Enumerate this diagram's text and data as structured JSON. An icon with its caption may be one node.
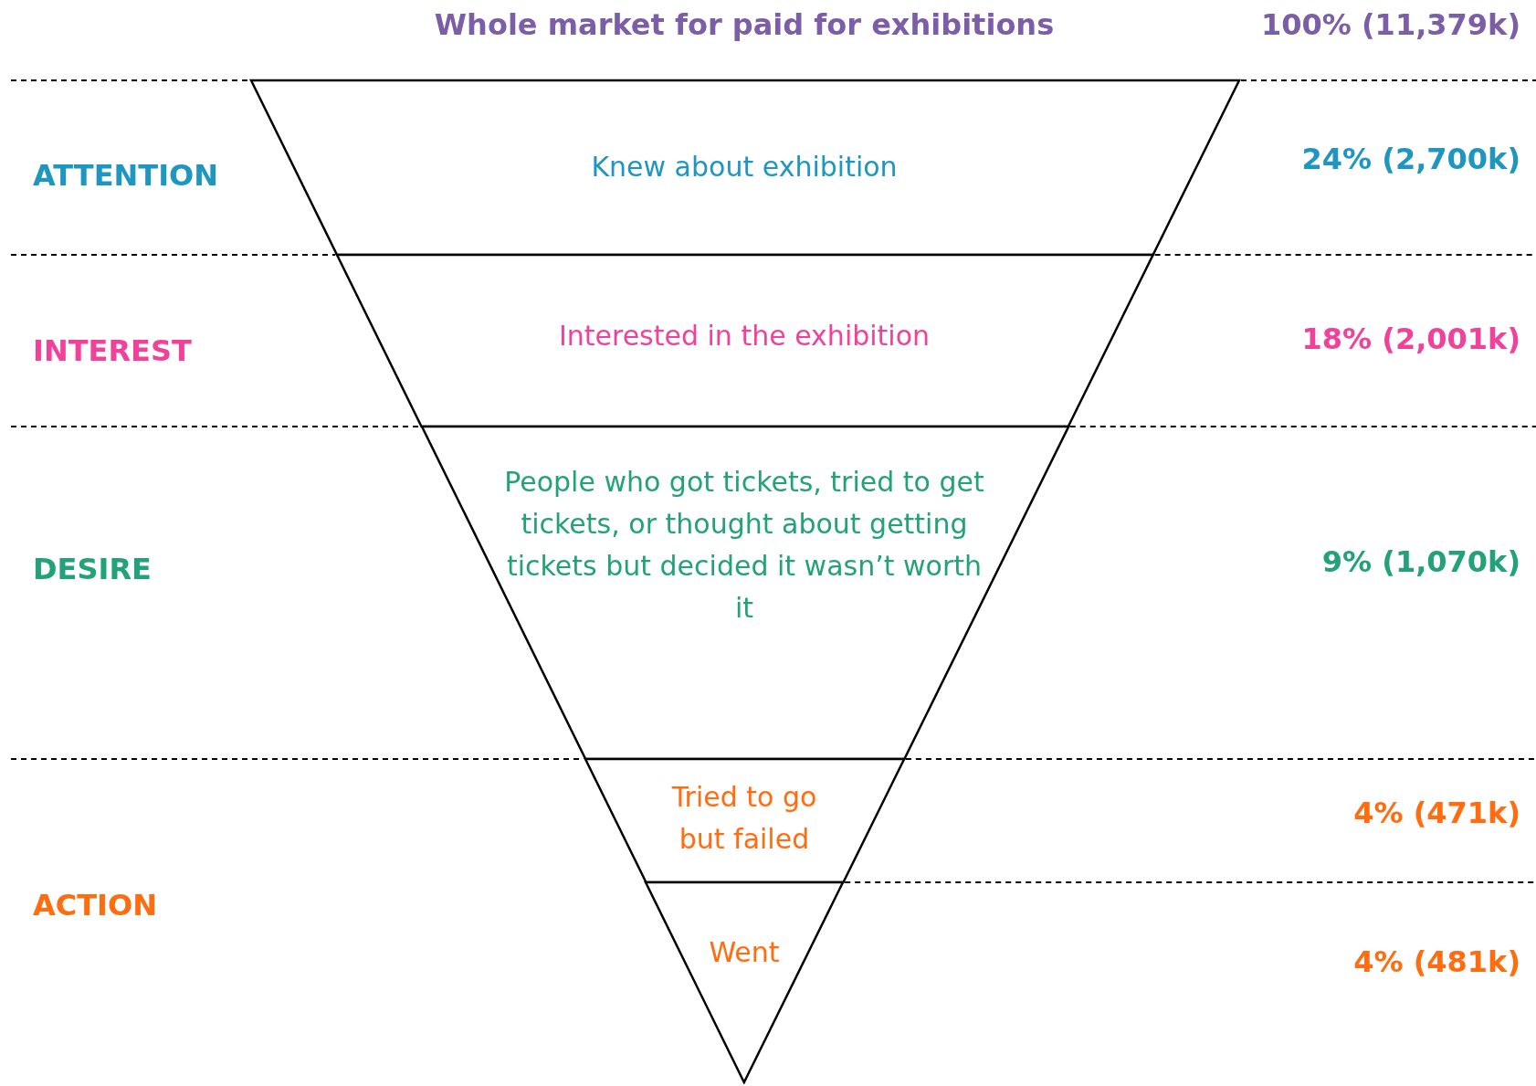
{
  "diagram": {
    "nodes": [
      {
        "text": [
          "Knew about exhibition"
        ]
      },
      {
        "text": [
          "Interested in the exhibition"
        ]
      },
      {
        "text": [
          "People who got tickets, tried to get tickets, or thought about getting tickets but decided it wasn’t worth it"
        ]
      },
      {
        "text": [
          "Tried to go but failed"
        ]
      },
      {
        "text": [
          "Went"
        ]
      }
    ],
    "labels": [
      "Whole market for paid for exhibitions",
      "100% (11,379k)",
      "ATTENTION",
      "24% (2,700k)",
      "INTEREST",
      "18% (2,001k)",
      "DESIRE",
      "9% (1,070k)",
      "4% (471k)",
      "ACTION",
      "4% (481k)"
    ]
  }
}
